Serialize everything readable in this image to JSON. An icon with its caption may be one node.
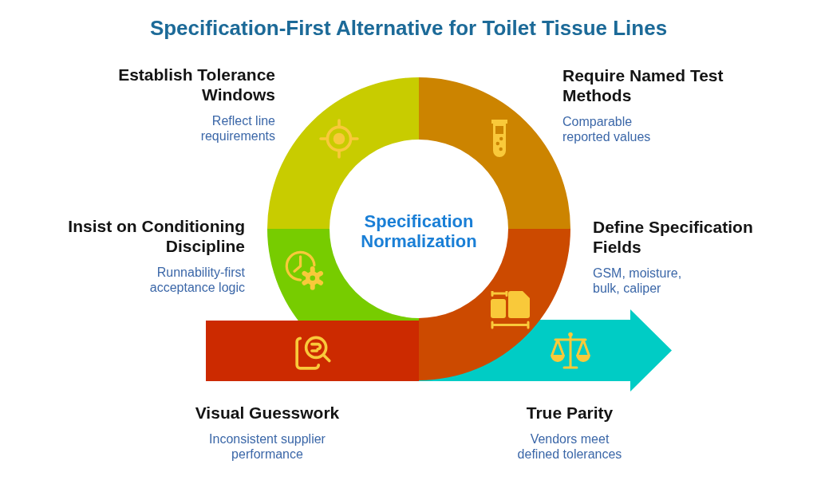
{
  "diagram": {
    "title": "Specification-First Alternative for Toilet Tissue Lines",
    "nodes": [
      {
        "text": [
          "Specification Normalization"
        ]
      },
      {
        "text": [],
        "shape": "bar",
        "beside": [
          "Visual Guesswork",
          "Inconsistent supplier performance"
        ]
      },
      {
        "text": [],
        "shape": "arc",
        "beside": [
          "Insist on Conditioning Discipline",
          "Runnability-first acceptance logic"
        ]
      },
      {
        "text": [],
        "shape": "arc",
        "beside": [
          "Establish Tolerance Windows",
          "Reflect line requirements"
        ]
      },
      {
        "text": [],
        "shape": "arc",
        "beside": [
          "Require Named Test Methods",
          "Comparable reported values"
        ]
      },
      {
        "text": [],
        "shape": "arc",
        "beside": [
          "Define Specification Fields",
          "GSM, moisture, bulk, caliper"
        ]
      },
      {
        "text": [],
        "shape": "arrow",
        "beside": [
          "True Parity",
          "Vendors meet defined tolerances"
        ]
      }
    ]
  }
}
